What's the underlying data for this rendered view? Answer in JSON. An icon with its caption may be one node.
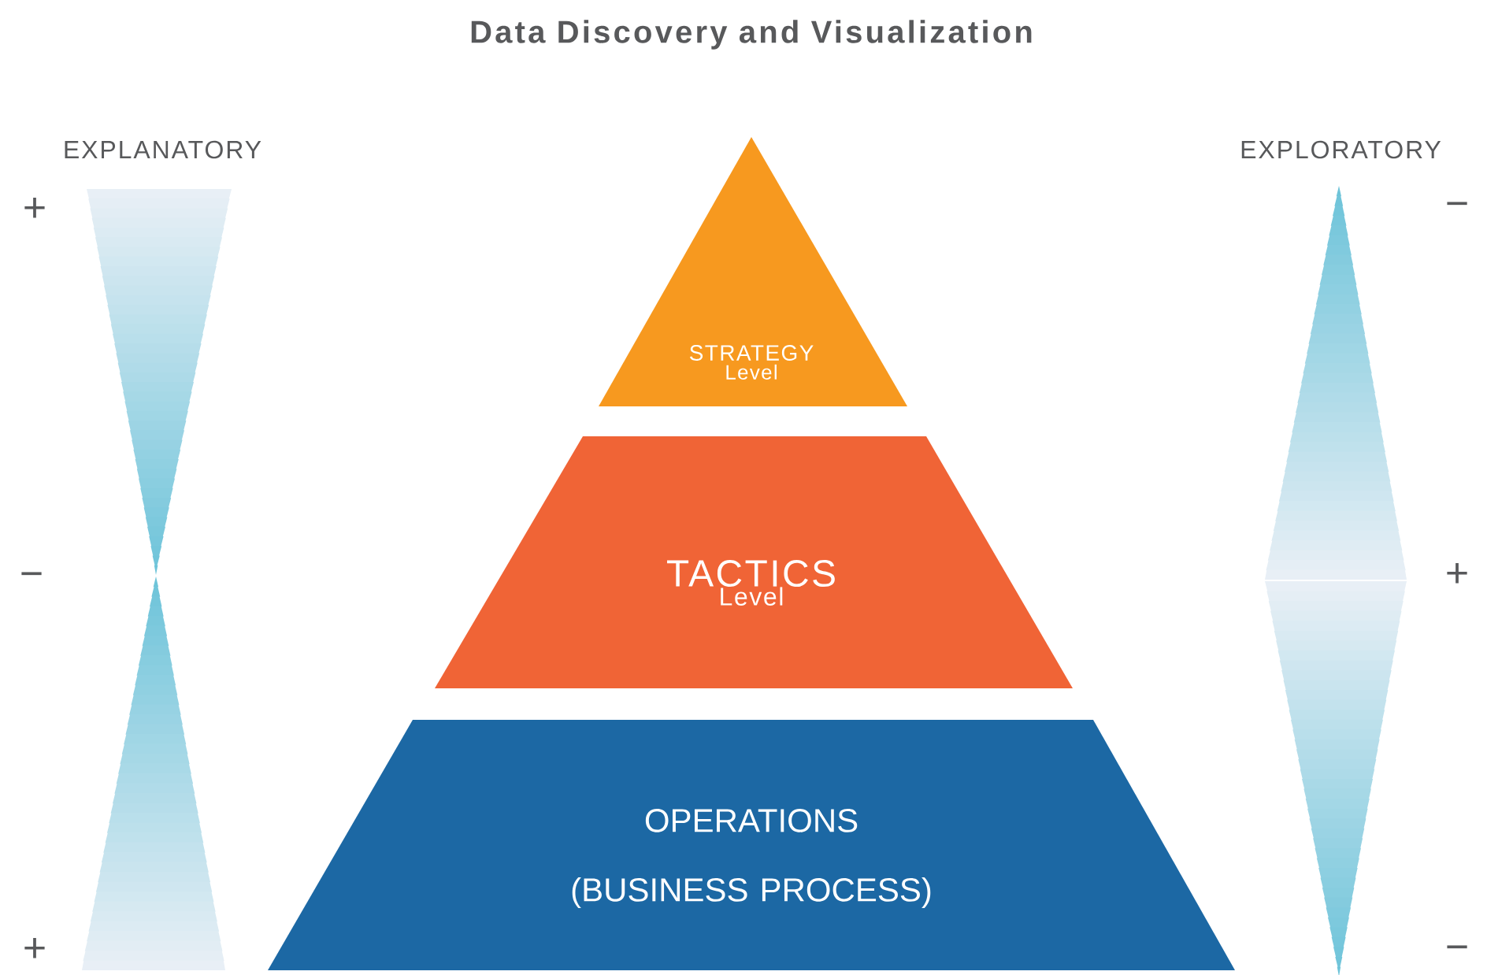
{
  "diagram": {
    "title": "Data Discovery and Visualization",
    "nodes": [
      {
        "text": [
          "STRATEGY",
          "Level"
        ]
      },
      {
        "text": [
          "TACTICS",
          "Level"
        ]
      },
      {
        "text": [
          "OPERATIONS (BUSINESS PROCESS)"
        ]
      }
    ],
    "labels": [
      "EXPLANATORY",
      "+",
      "−",
      "+",
      "EXPLORATORY",
      "−",
      "+",
      "−"
    ]
  }
}
